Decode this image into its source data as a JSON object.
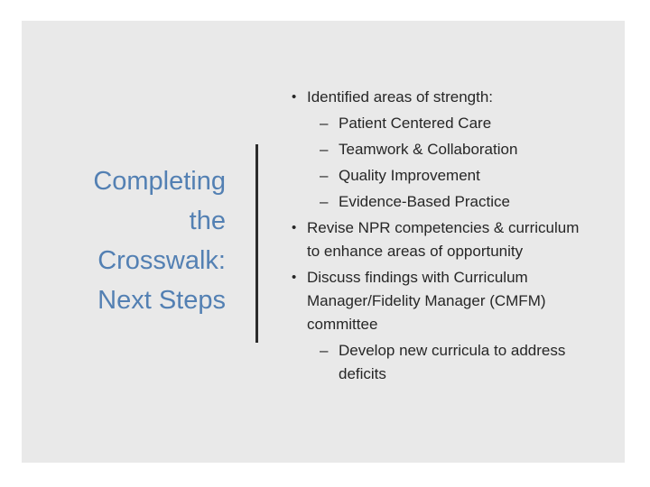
{
  "slide": {
    "page_background": "#ffffff",
    "background_color": "#e9e9e9",
    "title": {
      "text": "Completing the Crosswalk: Next Steps",
      "color": "#5380b3"
    },
    "divider_color": "#2b2b2b",
    "bullets": {
      "level1_marker": "•",
      "level2_marker": "–",
      "text_color": "#262626",
      "items": [
        {
          "level": 1,
          "text": "Identified areas of strength:"
        },
        {
          "level": 2,
          "text": "Patient Centered Care"
        },
        {
          "level": 2,
          "text": "Teamwork & Collaboration"
        },
        {
          "level": 2,
          "text": "Quality Improvement"
        },
        {
          "level": 2,
          "text": "Evidence-Based Practice"
        },
        {
          "level": 1,
          "text": "Revise NPR competencies & curriculum to enhance areas of opportunity"
        },
        {
          "level": 1,
          "text": "Discuss findings with Curriculum Manager/Fidelity Manager (CMFM) committee"
        },
        {
          "level": 2,
          "text": "Develop new curricula to address deficits"
        }
      ]
    }
  }
}
